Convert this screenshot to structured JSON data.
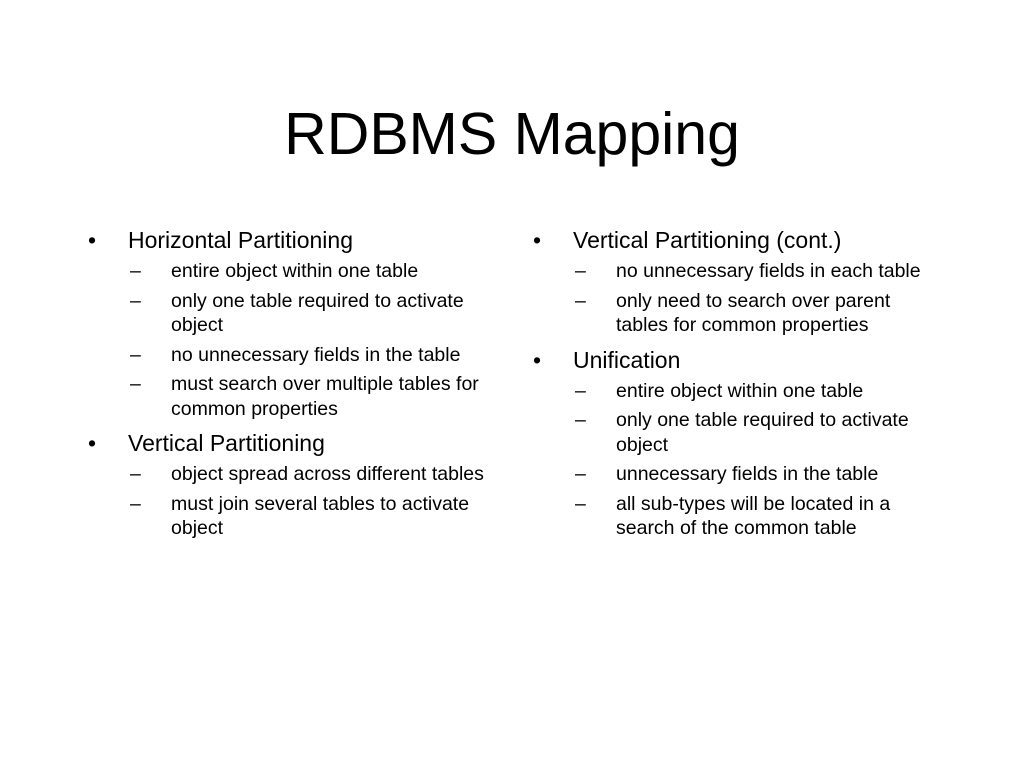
{
  "slide": {
    "title": "RDBMS Mapping",
    "bullet_glyph": "•",
    "sub_glyph": "–",
    "left_column": [
      {
        "label": "Horizontal Partitioning",
        "subs": [
          "entire object within one table",
          "only one table required to activate object",
          "no unnecessary fields in the table",
          "must search over multiple tables for common properties"
        ]
      },
      {
        "label": "Vertical Partitioning",
        "subs": [
          "object spread across different tables",
          "must join several tables to activate object"
        ]
      }
    ],
    "right_column": [
      {
        "label": "Vertical Partitioning (cont.)",
        "subs": [
          "no unnecessary fields in each table",
          "only need to search over parent tables for common properties"
        ]
      },
      {
        "label": "Unification",
        "subs": [
          "entire object within one table",
          "only one table required to activate object",
          "unnecessary fields in the table",
          "all sub-types will be located in a search of the common table"
        ]
      }
    ]
  }
}
